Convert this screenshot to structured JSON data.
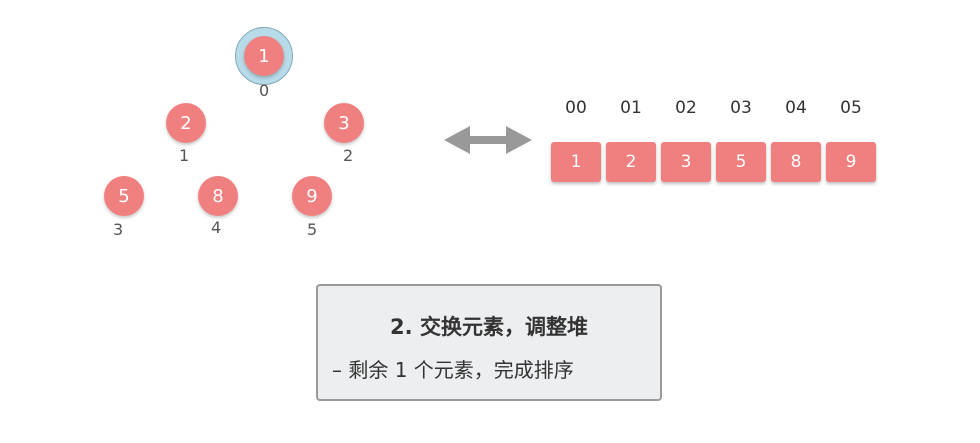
{
  "tree": {
    "nodes": [
      {
        "value": "1",
        "index": "0"
      },
      {
        "value": "2",
        "index": "1"
      },
      {
        "value": "3",
        "index": "2"
      },
      {
        "value": "5",
        "index": "3"
      },
      {
        "value": "8",
        "index": "4"
      },
      {
        "value": "9",
        "index": "5"
      }
    ],
    "highlighted_node": "1",
    "colors": {
      "node": "#f08080",
      "highlight": "#b8dbe9"
    }
  },
  "arrow": {
    "icon": "double-arrow-icon",
    "color": "#999999"
  },
  "array": {
    "indices": [
      "00",
      "01",
      "02",
      "03",
      "04",
      "05"
    ],
    "values": [
      "1",
      "2",
      "3",
      "5",
      "8",
      "9"
    ]
  },
  "note": {
    "title": "2. 交换元素，调整堆",
    "bullet": "– 剩余 1 个元素，完成排序"
  }
}
